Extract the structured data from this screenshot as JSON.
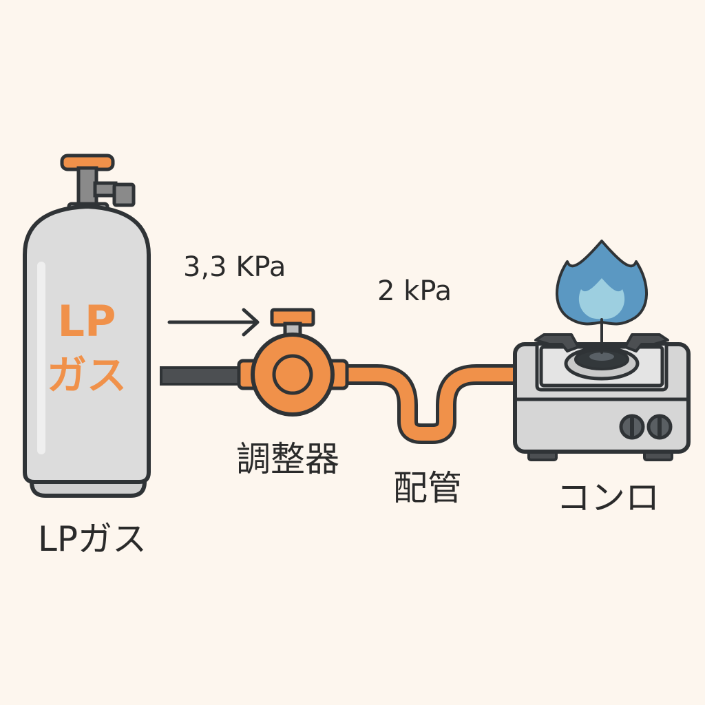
{
  "cylinder": {
    "label_line1": "LP",
    "label_line2": "ガス"
  },
  "labels": {
    "supply_pressure": "3,3 KPa",
    "regulated_pressure": "2 kPa",
    "regulator": "調整器",
    "pipe": "配管",
    "stove": "コンロ",
    "cylinder": "LPガス"
  },
  "colors": {
    "background": "#fdf6ee",
    "orange": "#f0914a",
    "outline": "#2f3336",
    "cylinder_fill": "#dcdcdc",
    "metal": "#c6c6c6",
    "flame_outer": "#5b98c2",
    "flame_inner": "#9dcfe0"
  },
  "icons": [
    "gas-cylinder-icon",
    "arrow-right-icon",
    "regulator-icon",
    "pipe-icon",
    "stove-icon",
    "flame-icon"
  ]
}
